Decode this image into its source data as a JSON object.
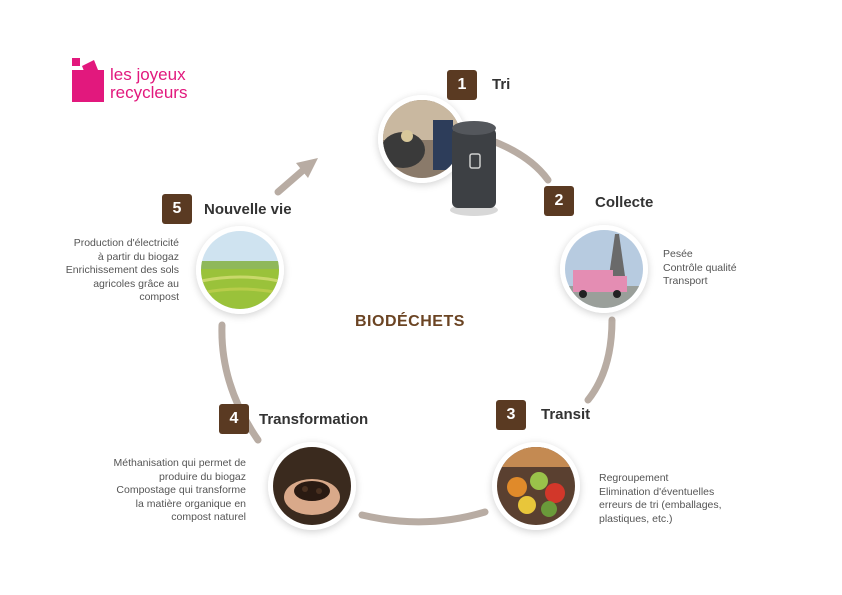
{
  "brand": {
    "name_line1": "les joyeux",
    "name_line2": "recycleurs",
    "color": "#e2187d"
  },
  "center_label": "BIODÉCHETS",
  "colors": {
    "badge": "#5a3a22",
    "ring": "#b8aca3",
    "arrow": "#b8aca3",
    "center_text": "#6b4423"
  },
  "steps": [
    {
      "number": "1",
      "title": "Tri",
      "image": "compost-bin-photo",
      "lines": []
    },
    {
      "number": "2",
      "title": "Collecte",
      "image": "eiffel-tower-truck-photo",
      "lines": [
        "Pesée",
        "Contrôle qualité",
        "Transport"
      ]
    },
    {
      "number": "3",
      "title": "Transit",
      "image": "food-waste-photo",
      "lines": [
        "Regroupement",
        "Elimination d'éventuelles",
        "erreurs de tri (emballages,",
        "plastiques, etc.)"
      ]
    },
    {
      "number": "4",
      "title": "Transformation",
      "image": "compost-hands-photo",
      "lines": [
        "Méthanisation qui permet de",
        "produire du biogaz",
        "Compostage qui transforme",
        "la matière organique en",
        "compost naturel"
      ]
    },
    {
      "number": "5",
      "title": "Nouvelle vie",
      "image": "green-field-photo",
      "lines": [
        "Production d'électricité",
        "à partir du biogaz",
        "Enrichissement des sols",
        "agricoles grâce au",
        "compost"
      ]
    }
  ]
}
